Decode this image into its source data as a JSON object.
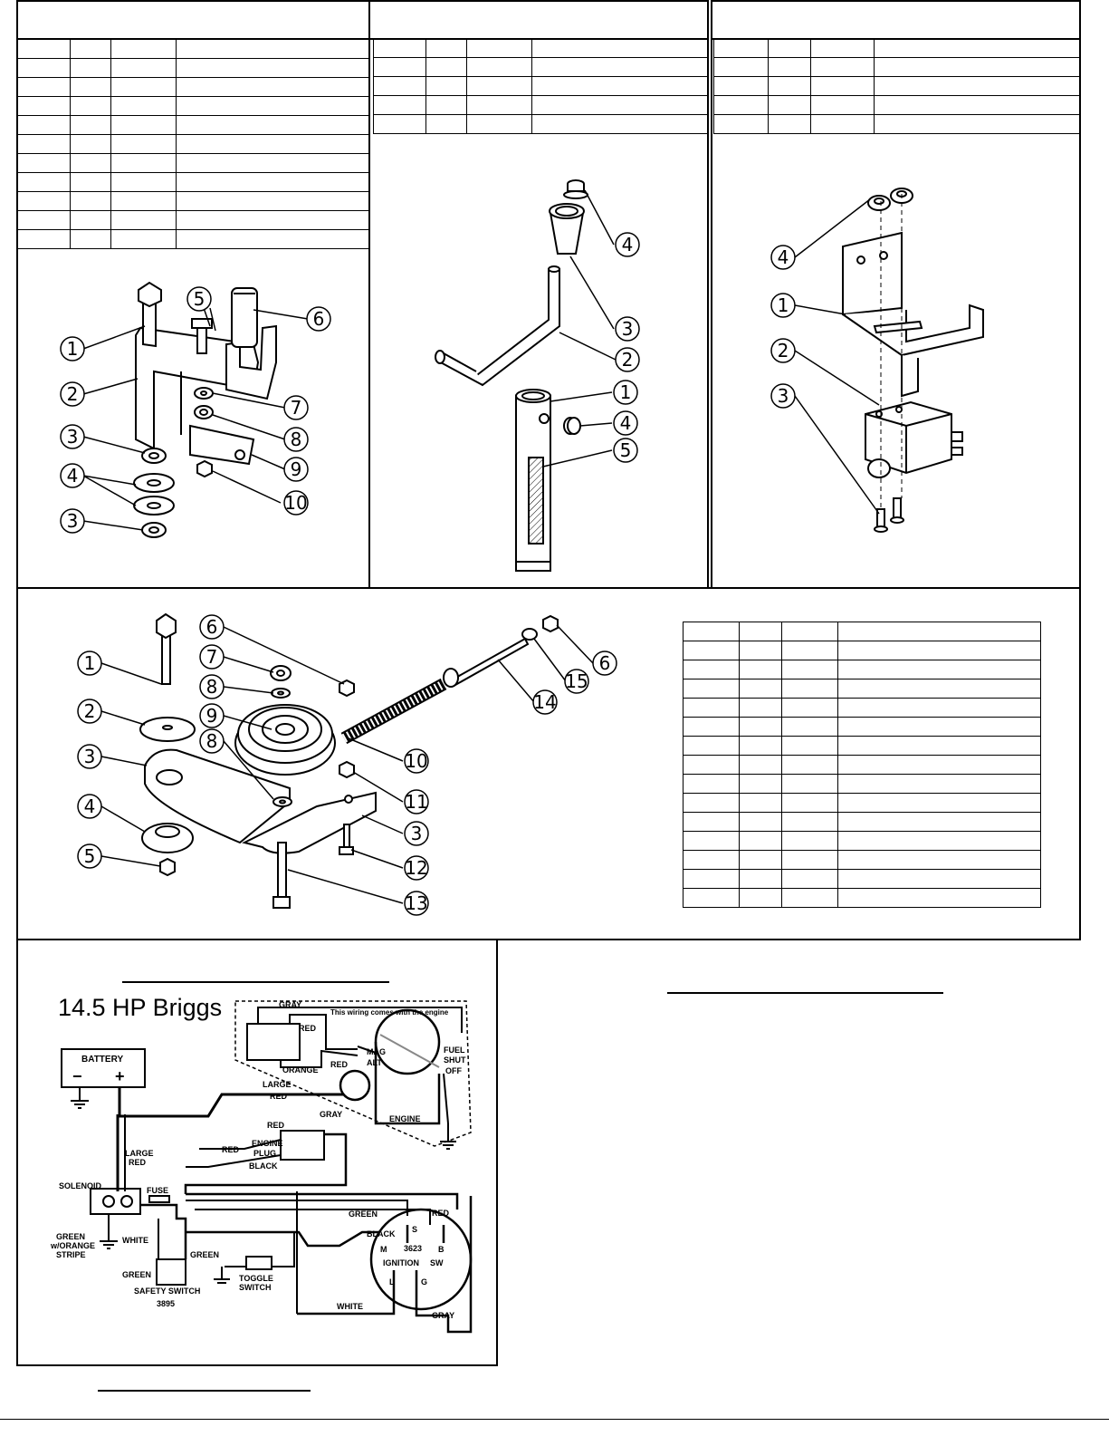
{
  "panel_a": {
    "rows": 11,
    "callouts": [
      "1",
      "2",
      "3",
      "4",
      "3",
      "5",
      "6",
      "7",
      "8",
      "9",
      "10"
    ]
  },
  "panel_b": {
    "rows": 5,
    "callouts": [
      "4",
      "3",
      "2",
      "1",
      "4",
      "5"
    ]
  },
  "panel_c": {
    "rows": 5,
    "callouts": [
      "4",
      "1",
      "2",
      "3"
    ]
  },
  "panel_d": {
    "rows": 15,
    "callouts": [
      "1",
      "2",
      "3",
      "4",
      "5",
      "6",
      "7",
      "8",
      "9",
      "8",
      "6",
      "15",
      "14",
      "10",
      "11",
      "3",
      "12",
      "13"
    ]
  },
  "wiring": {
    "heading": "14.5 HP Briggs",
    "labels": {
      "battery": "BATTERY",
      "minus": "−",
      "plus": "+",
      "gray_top": "GRAY",
      "note": "This wiring comes with the engine",
      "red_plug": "RED",
      "red_alt": "RED",
      "orange": "ORANGE",
      "mag": "MAG",
      "alt": "ALT",
      "fuel1": "FUEL",
      "fuel2": "SHUT",
      "fuel3": "OFF",
      "large1": "LARGE",
      "large_red": "RED",
      "engine": "ENGINE",
      "gray_mid": "GRAY",
      "red_mid1": "RED",
      "red_mid2": "RED",
      "engine_plug1": "ENGINE",
      "engine_plug2": "PLUG",
      "black_plug": "BLACK",
      "large2": "LARGE",
      "red_left": "RED",
      "solenoid": "SOLENOID",
      "fuse": "FUSE",
      "green_top": "GREEN",
      "red_right": "RED",
      "black_ign": "BLACK",
      "s": "S",
      "m": "M",
      "b": "B",
      "part_3623": "3623",
      "ignition": "IGNITION",
      "sw": "SW",
      "l": "L",
      "g": "G",
      "green_w1": "GREEN",
      "green_w2": "w/ORANGE",
      "green_w3": "STRIPE",
      "white_left": "WHITE",
      "green_mid": "GREEN",
      "green_low": "GREEN",
      "safety": "SAFETY SWITCH",
      "part_3895": "3895",
      "toggle1": "TOGGLE",
      "toggle2": "SWITCH",
      "white_bottom": "WHITE",
      "gray_bottom": "GRAY"
    }
  }
}
